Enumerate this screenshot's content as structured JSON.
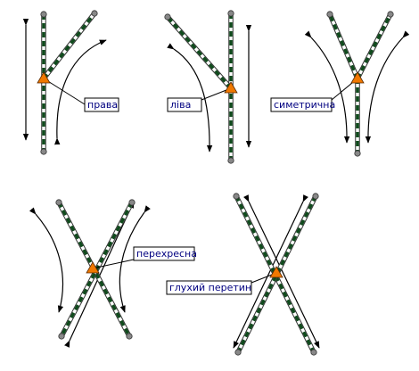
{
  "colors": {
    "track_dark": "#0f4a1c",
    "track_light": "#ffffff",
    "track_outline": "#333333",
    "frog": "#f07800",
    "node": "#888888",
    "label_text": "#000080",
    "arrow": "#000000"
  },
  "labels": {
    "right": "права",
    "left": "ліва",
    "symmetric": "симетрична",
    "crossover": "перехресна",
    "diamond": "глухий перетин"
  }
}
